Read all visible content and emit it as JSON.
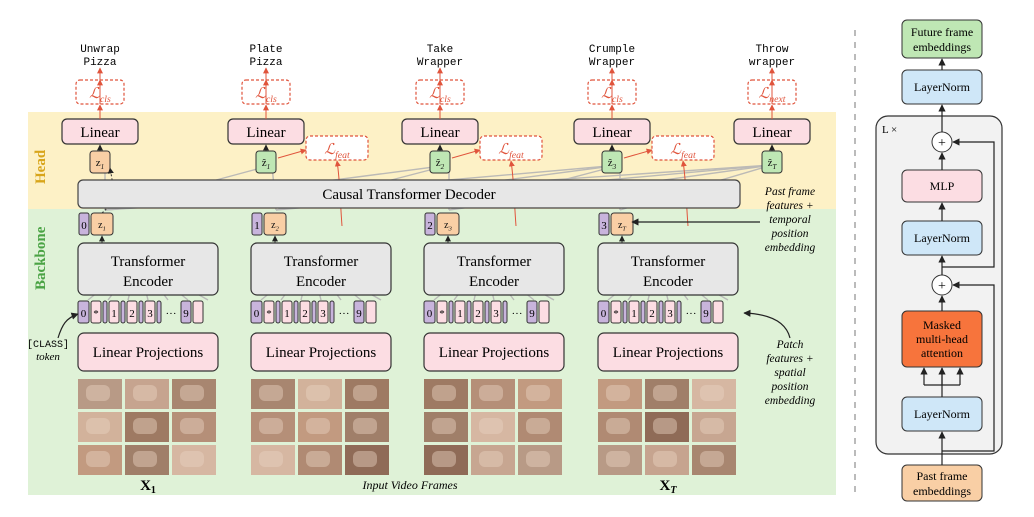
{
  "head_label": "Head",
  "backbone_label": "Backbone",
  "decoder_label": "Causal Transformer Decoder",
  "linear_label": "Linear",
  "encoder_label_line1": "Transformer",
  "encoder_label_line2": "Encoder",
  "projection_label": "Linear Projections",
  "class_token_label": "[CLASS]",
  "class_token_sub": "token",
  "input_frames_label": "Input Video Frames",
  "past_frame_note": [
    "Past frame",
    "features +",
    "temporal",
    "position",
    "embedding"
  ],
  "patch_note": [
    "Patch",
    "features +",
    "spatial",
    "position",
    "embedding"
  ],
  "x1_label": "X",
  "x1_sub": "1",
  "xt_label": "X",
  "xt_sub": "T",
  "columns": [
    {
      "action": [
        "Unwrap",
        "Pizza"
      ],
      "loss_cls": "ℒ",
      "loss_sub": "cls",
      "pos": "0",
      "z": "z",
      "z_sub": "1",
      "zhat": "z",
      "zhat_sub": "1"
    },
    {
      "action": [
        "Plate",
        "Pizza"
      ],
      "loss_cls": "ℒ",
      "loss_sub": "cls",
      "pos": "1",
      "z": "z",
      "z_sub": "2",
      "zhat": "ẑ",
      "zhat_sub": "1",
      "feat_loss": "ℒ",
      "feat_sub": "feat"
    },
    {
      "action": [
        "Take",
        "Wrapper"
      ],
      "loss_cls": "ℒ",
      "loss_sub": "cls",
      "pos": "2",
      "z": "z",
      "z_sub": "3",
      "zhat": "ẑ",
      "zhat_sub": "2",
      "feat_loss": "ℒ",
      "feat_sub": "feat"
    },
    {
      "action": [
        "Crumple",
        "Wrapper"
      ],
      "loss_cls": "ℒ",
      "loss_sub": "cls",
      "pos": "3",
      "z": "z",
      "z_sub": "T",
      "zhat": "ẑ",
      "zhat_sub": "3",
      "feat_loss": "ℒ",
      "feat_sub": "feat"
    },
    {
      "action": [
        "Throw",
        "wrapper"
      ],
      "loss_cls": "ℒ",
      "loss_sub": "next",
      "zhat": "ẑ",
      "zhat_sub": "T"
    }
  ],
  "patch_tokens": [
    "0",
    "*",
    "1",
    "2",
    "3",
    "···",
    "9"
  ],
  "right_panel": {
    "top_box": [
      "Future frame",
      "embeddings"
    ],
    "layernorm": "LayerNorm",
    "repeat": "L ×",
    "mlp": "MLP",
    "attention": [
      "Masked",
      "multi-head",
      "attention"
    ],
    "bottom_box": [
      "Past frame",
      "embeddings"
    ],
    "plus": "+"
  },
  "colors": {
    "head_bg": "#fdf1c6",
    "backbone_bg": "#dff2d7",
    "pink": "#fcdde3",
    "pink_stroke": "#c14a5a",
    "orange": "#f9cfa5",
    "green": "#bfe7b4",
    "purple": "#c8b4dc",
    "loss_red": "#e0543c",
    "gray_box": "#e7e7e7",
    "blue": "#cfe7f8",
    "attention": "#f7743c"
  }
}
